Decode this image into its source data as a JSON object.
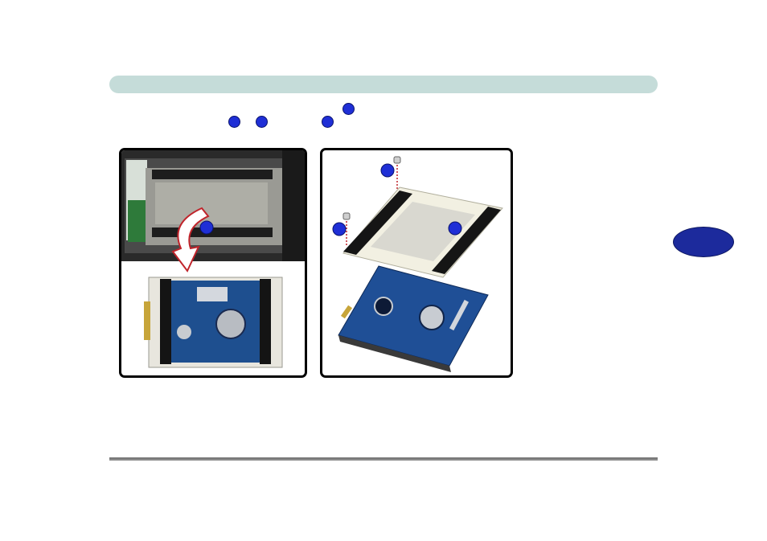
{
  "header": {
    "accent_color": "#c5dcd9"
  },
  "callout_color": "#1f2fd6",
  "chapter_tab": {
    "color": "#1c2a9c"
  },
  "figures": {
    "left": {
      "content": [
        "laptop-bay-with-hdd",
        "removal-arrow",
        "hard-disk-in-bracket"
      ]
    },
    "right": {
      "content": [
        "screw",
        "screw",
        "hdd-bracket",
        "hard-disk-drive"
      ]
    }
  },
  "footer": {
    "rule_color": "#7a7a7a"
  }
}
